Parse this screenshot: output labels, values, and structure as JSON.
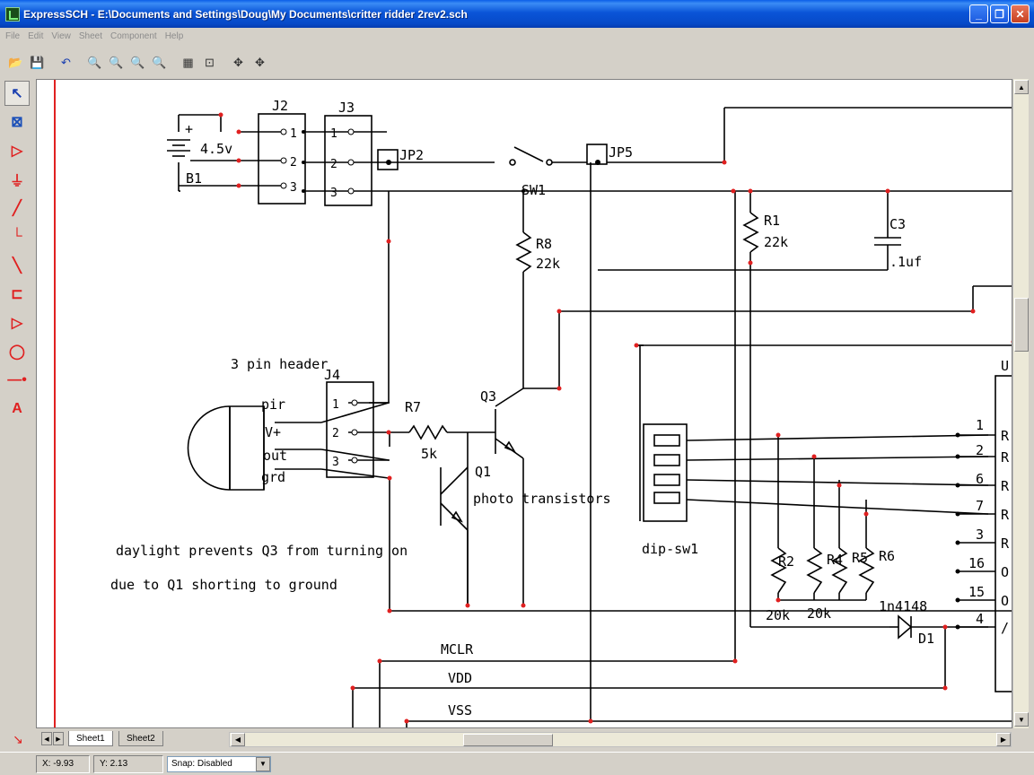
{
  "window": {
    "title": "ExpressSCH - E:\\Documents and Settings\\Doug\\My Documents\\critter ridder 2rev2.sch",
    "buttons": [
      "_",
      "❐",
      "✕"
    ]
  },
  "menu": [
    "File",
    "Edit",
    "View",
    "Sheet",
    "Component",
    "Help"
  ],
  "toolbar_icons": [
    "open-icon",
    "save-icon",
    "undo-icon",
    "zoom-in-icon",
    "zoom-out-icon",
    "zoom-area-icon",
    "zoom-fit-icon",
    "properties-icon",
    "component-icon",
    "pan-icon",
    "move-icon"
  ],
  "left_tools": [
    "select-tool",
    "zoom-tool",
    "component-tool",
    "ground-tool",
    "wire-tool",
    "bus-tool",
    "bus-entry-tool",
    "part-tool",
    "buffer-tool",
    "circle-tool",
    "pin-tool",
    "text-tool"
  ],
  "schematic": {
    "labels": {
      "j2": "J2",
      "j3": "J3",
      "j4": "J4",
      "b1": "B1",
      "batt_v": "4.5v",
      "plus": "+",
      "jp2": "JP2",
      "jp5": "JP5",
      "sw1": "SW1",
      "r8": "R8",
      "r8_val": "22k",
      "r1": "R1",
      "r1_val": "22k",
      "c3": "C3",
      "c3_val": ".1uf",
      "header": "3 pin header",
      "pir": "pir",
      "vplus": "V+",
      "out": "out",
      "grd": "grd",
      "r7": "R7",
      "r7_val": "5k",
      "q3": "Q3",
      "q1": "Q1",
      "photo": "photo transistors",
      "dipsw": "dip-sw1",
      "r2": "R2",
      "r4": "R4",
      "r5": "R5",
      "r6": "R6",
      "r2_val": "20k",
      "r4_val": "20k",
      "diode": "1n4148",
      "d1": "D1",
      "note1": "daylight prevents Q3 from turning on",
      "note2": "due to Q1 shorting to ground",
      "mclr": "MCLR",
      "vdd": "VDD",
      "vss": "VSS",
      "u": "U"
    },
    "pins_j2": [
      "1",
      "2",
      "3"
    ],
    "pins_j3": [
      "1",
      "2",
      "3"
    ],
    "pins_j4": [
      "1",
      "2",
      "3"
    ],
    "ic_pins": [
      "1",
      "2",
      "6",
      "7",
      "3",
      "16",
      "15",
      "4"
    ],
    "ic_pin_letters": [
      "R",
      "R",
      "R",
      "R",
      "R",
      "O",
      "O",
      "/"
    ]
  },
  "tabs": [
    "Sheet1",
    "Sheet2"
  ],
  "status": {
    "x": "X: -9.93",
    "y": "Y: 2.13",
    "snap": "Snap: Disabled"
  }
}
